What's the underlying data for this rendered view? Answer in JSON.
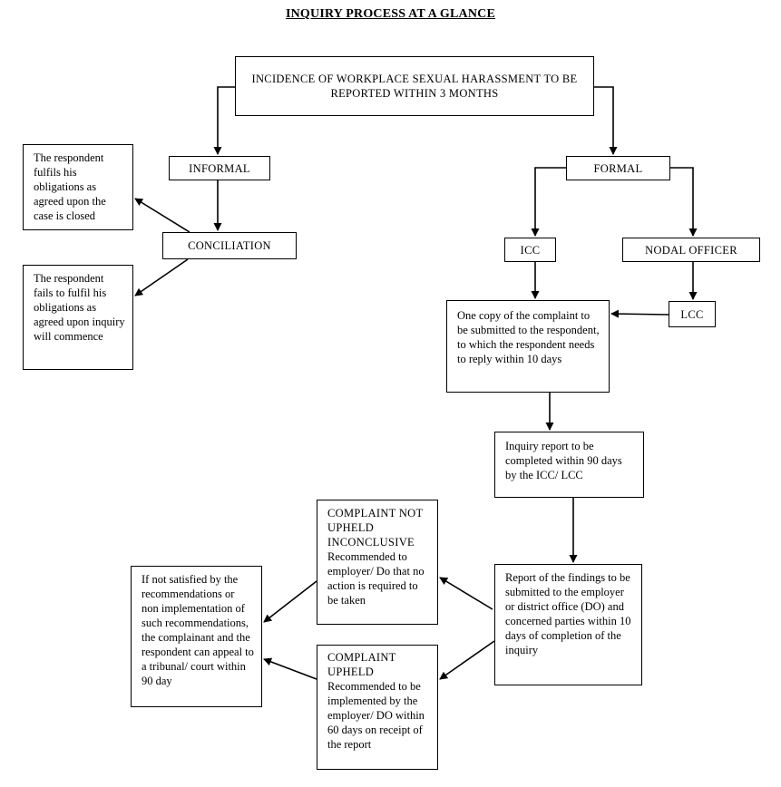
{
  "title": "INQUIRY PROCESS AT A GLANCE",
  "nodes": {
    "incidence": "INCIDENCE OF WORKPLACE SEXUAL HARASSMENT TO BE REPORTED WITHIN 3 MONTHS",
    "informal": "INFORMAL",
    "formal": "FORMAL",
    "conciliation": "CONCILIATION",
    "fulfils": "The respondent fulfils his obligations as agreed upon the case is closed",
    "fails": "The respondent fails to fulfil his obligations as agreed upon inquiry will commence",
    "icc": "ICC",
    "nodal_officer": "NODAL OFFICER",
    "lcc": "LCC",
    "copy_complaint": "One copy of the complaint to be submitted to the respondent, to which the respondent needs to reply within 10 days",
    "inquiry_report": "Inquiry report to be completed within 90 days by the ICC/ LCC",
    "findings_report": "Report of the findings to be submitted to the employer or district office (DO) and concerned parties within 10 days of completion of the inquiry",
    "not_upheld": {
      "heading": "COMPLAINT NOT UPHELD INCONCLUSIVE",
      "body": "Recommended to employer/ Do that no action is required to be taken"
    },
    "upheld": {
      "heading": "COMPLAINT UPHELD",
      "body": "Recommended to be implemented by the employer/ DO within 60 days on receipt of the report"
    },
    "appeal": "If not satisfied by the recommendations or non implementation of such recommendations, the complainant and the respondent can appeal to a tribunal/ court within 90 day"
  }
}
